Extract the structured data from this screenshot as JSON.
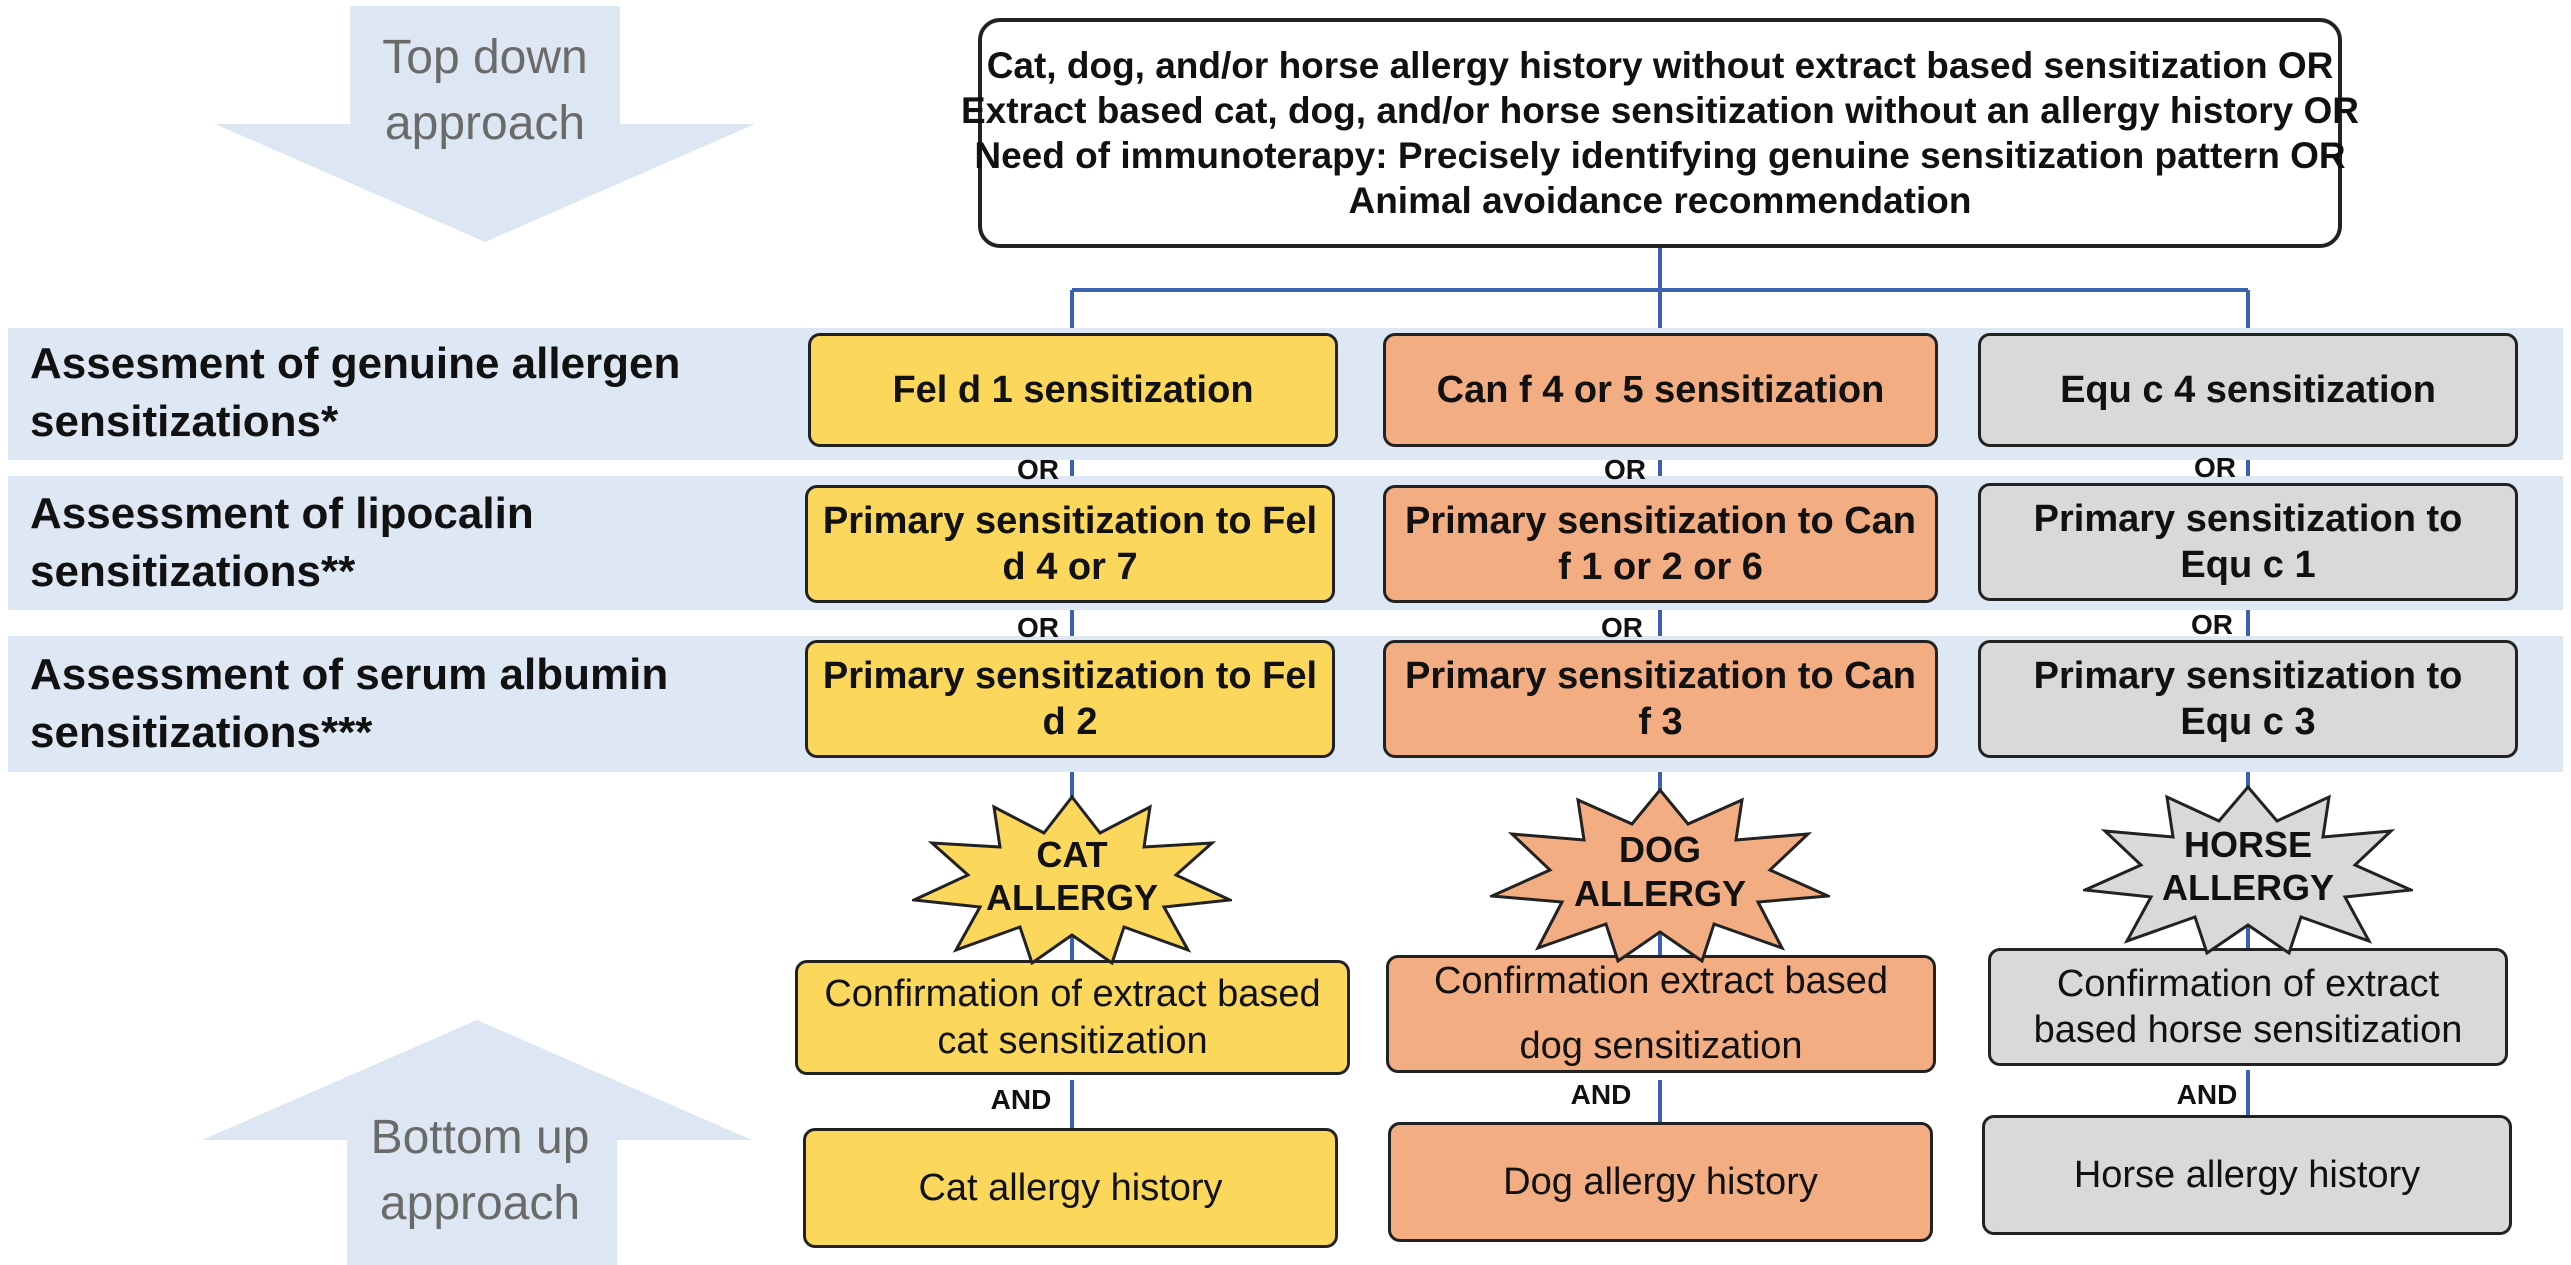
{
  "approaches": {
    "top_down": {
      "line1": "Top down",
      "line2": "approach"
    },
    "bottom_up": {
      "line1": "Bottom up",
      "line2": "approach"
    }
  },
  "criteria": [
    "Cat, dog, and/or horse allergy history without extract based sensitization OR",
    "Extract based cat, dog, and/or horse sensitization without an allergy history OR",
    "Need of immunoterapy: Precisely identifying genuine sensitization pattern OR",
    "Animal avoidance recommendation"
  ],
  "rows": {
    "genuine": {
      "line1": "Assesment of genuine allergen",
      "line2": "sensitizations*"
    },
    "lipocalin": {
      "line1": "Assessment of lipocalin",
      "line2": "sensitizations**"
    },
    "albumin": {
      "line1": "Assessment of serum albumin",
      "line2": "sensitizations***"
    }
  },
  "connectors": {
    "or": "OR",
    "and": "AND"
  },
  "cat": {
    "genuine": "Fel d 1 sensitization",
    "lipocalin": "Primary sensitization to Fel d 4 or 7",
    "albumin": "Primary sensitization to Fel d 2",
    "allergy_line1": "CAT",
    "allergy_line2": "ALLERGY",
    "confirmation": "Confirmation of extract based cat sensitization",
    "history": "Cat allergy history"
  },
  "dog": {
    "genuine": "Can f 4 or 5 sensitization",
    "lipocalin": "Primary sensitization to Can f 1 or 2 or 6",
    "albumin": "Primary sensitization to Can f 3",
    "allergy_line1": "DOG",
    "allergy_line2": "ALLERGY",
    "confirmation": "Confirmation extract based dog sensitization",
    "history": "Dog allergy history"
  },
  "horse": {
    "genuine": "Equ c 4 sensitization",
    "lipocalin": "Primary sensitization to Equ c 1",
    "albumin": "Primary sensitization to Equ c 3",
    "allergy_line1": "HORSE",
    "allergy_line2": "ALLERGY",
    "confirmation": "Confirmation of extract based horse sensitization",
    "history": "Horse allergy history"
  },
  "colors": {
    "cat": "#fbd75c",
    "dog": "#f3ad83",
    "horse": "#d9d9d9",
    "band": "#dde8f4",
    "arrow": "#dce7f3",
    "connector_line": "#3a62b0"
  }
}
